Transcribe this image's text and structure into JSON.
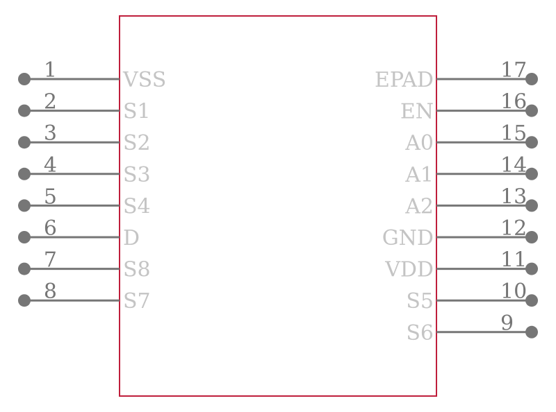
{
  "colors": {
    "body_outline": "#bf1e3b",
    "pin": "#767676",
    "pin_label": "#c4c4c4",
    "background": "#ffffff"
  },
  "left_pins": [
    {
      "number": "1",
      "name": "VSS"
    },
    {
      "number": "2",
      "name": "S1"
    },
    {
      "number": "3",
      "name": "S2"
    },
    {
      "number": "4",
      "name": "S3"
    },
    {
      "number": "5",
      "name": "S4"
    },
    {
      "number": "6",
      "name": "D"
    },
    {
      "number": "7",
      "name": "S8"
    },
    {
      "number": "8",
      "name": "S7"
    }
  ],
  "right_pins": [
    {
      "number": "17",
      "name": "EPAD"
    },
    {
      "number": "16",
      "name": "EN"
    },
    {
      "number": "15",
      "name": "A0"
    },
    {
      "number": "14",
      "name": "A1"
    },
    {
      "number": "13",
      "name": "A2"
    },
    {
      "number": "12",
      "name": "GND"
    },
    {
      "number": "11",
      "name": "VDD"
    },
    {
      "number": "10",
      "name": "S5"
    },
    {
      "number": "9",
      "name": "S6"
    }
  ]
}
